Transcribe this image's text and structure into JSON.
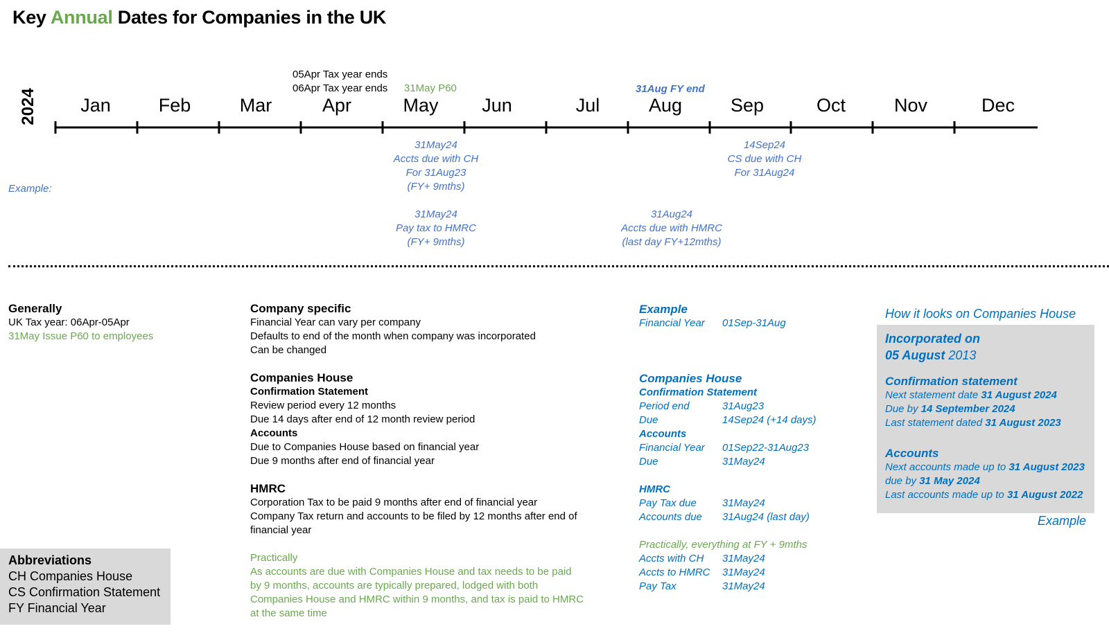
{
  "title": {
    "part1": "Key ",
    "accent": "Annual",
    "part2": " Dates for Companies in the UK"
  },
  "year_label": "2024",
  "months": [
    "Jan",
    "Feb",
    "Mar",
    "Apr",
    "May",
    "Jun",
    "Jul",
    "Aug",
    "Sep",
    "Oct",
    "Nov",
    "Dec"
  ],
  "above_notes": {
    "apr_line1": "05Apr Tax year ends",
    "apr_line2": "06Apr Tax year ends",
    "may_p60": "31May P60",
    "aug_fy_end": "31Aug FY end"
  },
  "below_notes": {
    "example_label": "Example:",
    "may_accts": [
      "31May24",
      "Accts due with CH",
      "For 31Aug23",
      "(FY+ 9mths)"
    ],
    "may_tax": [
      "31May24",
      "Pay tax to HMRC",
      "(FY+ 9mths)"
    ],
    "sep_cs": [
      "14Sep24",
      "CS due with CH",
      "For 31Aug24"
    ],
    "aug_hmrc": [
      "31Aug24",
      "Accts due with HMRC",
      "(last day FY+12mths)"
    ]
  },
  "generally": {
    "heading": "Generally",
    "line1": "UK Tax year: 06Apr-05Apr",
    "line2": "31May Issue P60 to employees"
  },
  "company_specific": {
    "heading": "Company specific",
    "lines": [
      "Financial Year can vary per company",
      "Defaults to end of the month when company was incorporated",
      "Can be changed"
    ],
    "ch_heading": "Companies House",
    "cs_sub": "Confirmation Statement",
    "cs_lines": [
      "Review period every 12 months",
      "Due 14 days after end of 12 month review period"
    ],
    "acc_sub": "Accounts",
    "acc_lines": [
      "Due to Companies House based on financial year",
      "Due 9 months after end of financial year"
    ],
    "hmrc_heading": "HMRC",
    "hmrc_lines": [
      "Corporation Tax to be paid 9 months after end of financial year",
      "Company Tax return and accounts to be filed by 12 months after end of",
      "financial year"
    ],
    "practically_heading": "Practically",
    "practically_lines": [
      "As accounts are due with Companies House and tax needs to be paid",
      "by 9 months, accounts are typically prepared, lodged with both",
      "Companies House and HMRC within 9 months, and tax is paid to HMRC",
      "at the same time"
    ]
  },
  "example_col": {
    "heading": "Example",
    "fy_key": "Financial Year",
    "fy_val": "01Sep-31Aug",
    "ch_heading": "Companies House",
    "cs_sub": "Confirmation Statement",
    "period_end_key": "Period end",
    "period_end_val": "31Aug23",
    "cs_due_key": "Due",
    "cs_due_val": "14Sep24 (+14 days)",
    "acc_sub": "Accounts",
    "acc_fy_key": "Financial Year",
    "acc_fy_val": "01Sep22-31Aug23",
    "acc_due_key": "Due",
    "acc_due_val": "31May24",
    "hmrc_heading": "HMRC",
    "pay_key": "Pay Tax due",
    "pay_val": "31May24",
    "acc_hmrc_key": "Accounts due",
    "acc_hmrc_val": "31Aug24 (last day)",
    "practically": "Practically, everything at FY + 9mths",
    "p1_key": "Accts with CH",
    "p1_val": "31May24",
    "p2_key": "Accts to HMRC",
    "p2_val": "31May24",
    "p3_key": "Pay Tax",
    "p3_val": "31May24"
  },
  "ch_view": {
    "caption": "How it looks on Companies House",
    "inc_line1": "Incorporated on",
    "inc_date_bold": "05 August",
    "inc_date_rest": " 2013",
    "cs_heading": "Confirmation statement",
    "next_stmt_pre": "Next statement date ",
    "next_stmt_val": "31 August 2024",
    "due_by_pre": "Due by ",
    "due_by_val": "14 September 2024",
    "last_stmt_pre": "Last statement dated ",
    "last_stmt_val": "31 August 2023",
    "acc_heading": "Accounts",
    "next_acc_pre": "Next accounts made up to ",
    "next_acc_val": "31 August 2023",
    "acc_due_pre": "due by ",
    "acc_due_val": "31 May 2024",
    "last_acc_pre": "Last accounts made up to ",
    "last_acc_val": "31 August 2022",
    "example_label": "Example"
  },
  "abbreviations": {
    "heading": "Abbreviations",
    "items": [
      "CH Companies House",
      "CS Confirmation Statement",
      "FY Financial Year"
    ]
  }
}
